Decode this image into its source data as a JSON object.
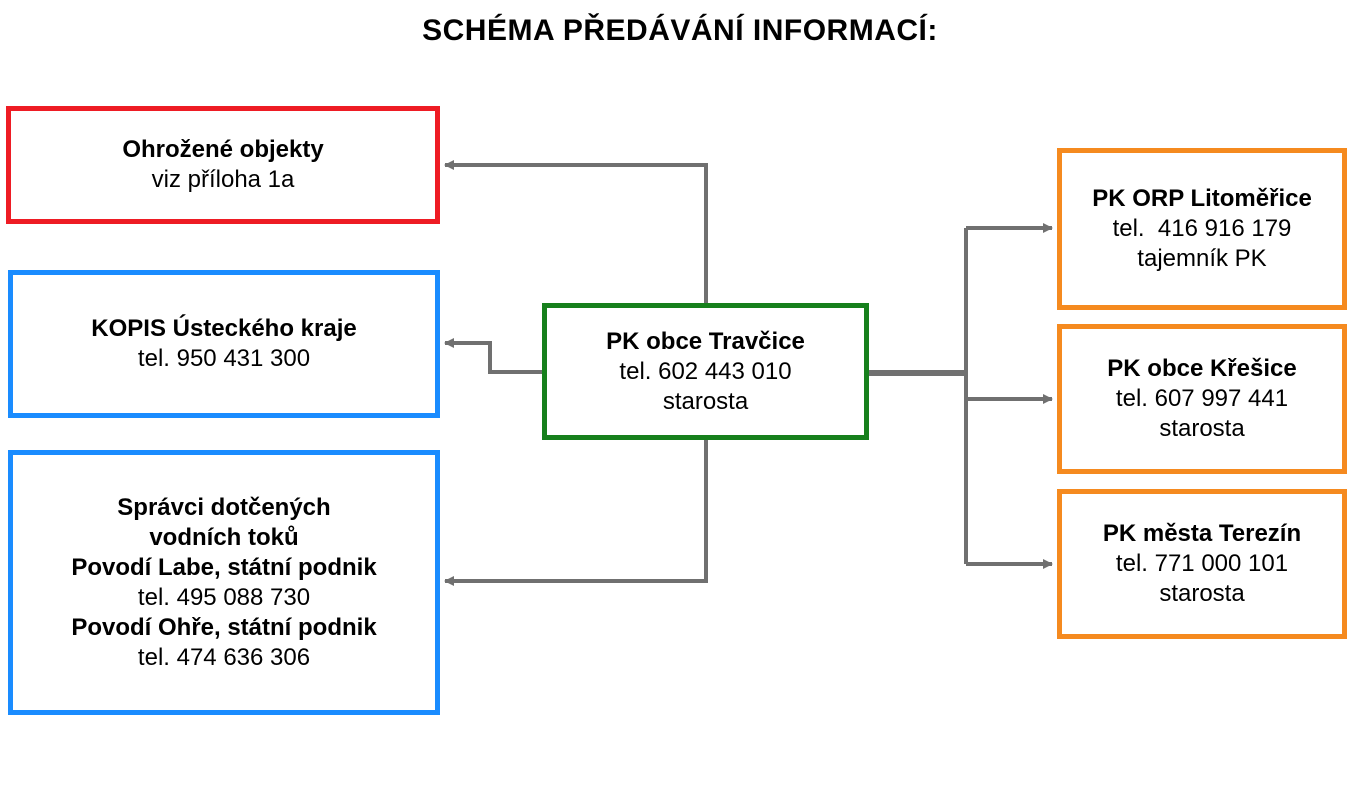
{
  "title": "SCHÉMA PŘEDÁVÁNÍ INFORMACÍ:",
  "colors": {
    "red": "#ee1c24",
    "blue": "#1a8cff",
    "green": "#16801c",
    "orange": "#f58a1f",
    "connector": "#707070"
  },
  "nodes": {
    "center": {
      "name": "PK obce Travčice",
      "phone": "tel. 602 443 010",
      "role": "starosta"
    },
    "ohrozene": {
      "name": "Ohrožené objekty",
      "note": "viz příloha 1a"
    },
    "kopis": {
      "name": "KOPIS Ústeckého kraje",
      "phone": "tel. 950 431 300"
    },
    "spravci": {
      "heading_line1": "Správci dotčených",
      "heading_line2": "vodních toků",
      "org1": "Povodí Labe, státní podnik",
      "phone1": "tel. 495 088 730",
      "org2": "Povodí Ohře, státní podnik",
      "phone2": "tel. 474 636 306"
    },
    "orp": {
      "name": "PK ORP Litoměřice",
      "phone": "tel.  416 916 179",
      "role": "tajemník PK"
    },
    "kresice": {
      "name": "PK obce Křešice",
      "phone": "tel. 607 997 441",
      "role": "starosta"
    },
    "terezin": {
      "name": "PK města Terezín",
      "phone": "tel. 771 000 101",
      "role": "starosta"
    }
  }
}
